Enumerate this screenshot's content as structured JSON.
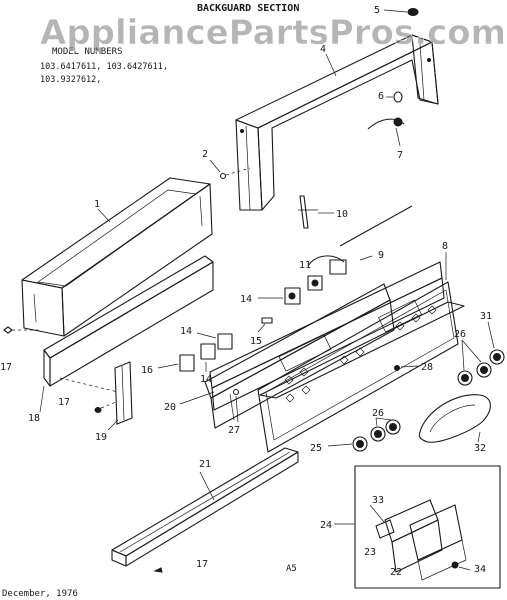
{
  "header": {
    "section_title": "BACKGUARD SECTION",
    "watermark": "AppliancePartsPros.com",
    "model_label": "MODEL NUMBERS",
    "model_line_1": "103.6417611, 103.6427611,",
    "model_line_2": "103.9327612,"
  },
  "footer": {
    "date": "December, 1976",
    "page_code": "A5"
  },
  "callouts": [
    "1",
    "2",
    "4",
    "5",
    "6",
    "7",
    "8",
    "9",
    "10",
    "11",
    "14",
    "14",
    "14",
    "15",
    "16",
    "17",
    "17",
    "17",
    "18",
    "19",
    "20",
    "21",
    "22",
    "23",
    "24",
    "25",
    "26",
    "26",
    "27",
    "28",
    "31",
    "32",
    "33",
    "34"
  ],
  "parts": {
    "p1": "1",
    "p2": "2",
    "p4": "4",
    "p5": "5",
    "p6": "6",
    "p7": "7",
    "p8": "8",
    "p9": "9",
    "p10": "10",
    "p11": "11",
    "p14a": "14",
    "p14b": "14",
    "p14c": "14",
    "p15": "15",
    "p16": "16",
    "p17a": "17",
    "p17b": "17",
    "p17c": "17",
    "p18": "18",
    "p19": "19",
    "p20": "20",
    "p21": "21",
    "p22": "22",
    "p23": "23",
    "p24": "24",
    "p25": "25",
    "p26a": "26",
    "p26b": "26",
    "p27": "27",
    "p28": "28",
    "p31": "31",
    "p32": "32",
    "p33": "33",
    "p34": "34"
  }
}
